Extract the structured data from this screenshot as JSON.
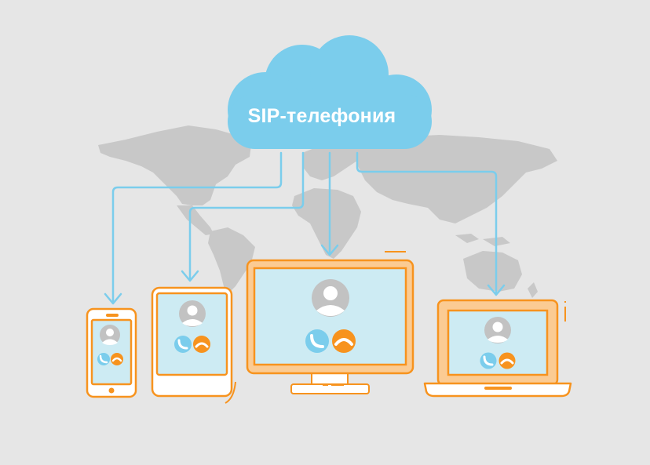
{
  "diagram": {
    "title": "SIP-телефония",
    "cloud": {
      "label": "SIP-телефония",
      "color": "#7bcdec"
    },
    "background_color": "#e6e6e6",
    "map_color": "#c8c8c8",
    "connector_color": "#7bcdec",
    "devices": [
      {
        "id": "smartphone",
        "type": "phone",
        "screen": {
          "avatar": "user-avatar",
          "buttons": [
            "accept-call",
            "decline-call"
          ]
        }
      },
      {
        "id": "tablet",
        "type": "tablet",
        "screen": {
          "avatar": "user-avatar",
          "buttons": [
            "accept-call",
            "decline-call"
          ]
        }
      },
      {
        "id": "desktop-monitor",
        "type": "monitor",
        "screen": {
          "avatar": "user-avatar",
          "buttons": [
            "accept-call",
            "decline-call"
          ]
        }
      },
      {
        "id": "laptop",
        "type": "laptop",
        "screen": {
          "avatar": "user-avatar",
          "buttons": [
            "accept-call",
            "decline-call"
          ]
        }
      }
    ],
    "colors": {
      "device_outline": "#f7931e",
      "device_fill": "#fbcb93",
      "screen": "#cdebf3",
      "accept": "#7bcdec",
      "decline": "#f7931e",
      "avatar_bg": "#c2c2c2"
    }
  }
}
